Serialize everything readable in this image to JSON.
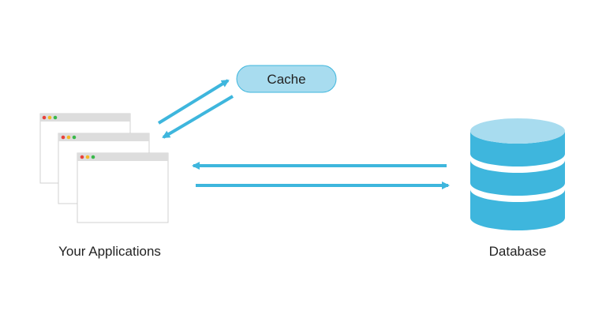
{
  "nodes": {
    "cache": {
      "label": "Cache"
    },
    "applications": {
      "label": "Your Applications"
    },
    "database": {
      "label": "Database"
    }
  },
  "colors": {
    "arrow": "#3eb6dd",
    "cache_fill": "#a8dcef",
    "cache_stroke": "#3eb6dd",
    "db_top": "#a8dcef",
    "db_body": "#3eb6dd",
    "window_titlebar": "#dddddd",
    "window_border": "#d0d0d0",
    "dot_red": "#e8413c",
    "dot_yellow": "#f5b824",
    "dot_green": "#38b84a"
  },
  "icons": {
    "applications": "browser-windows-icon",
    "database": "database-cylinder-icon"
  }
}
